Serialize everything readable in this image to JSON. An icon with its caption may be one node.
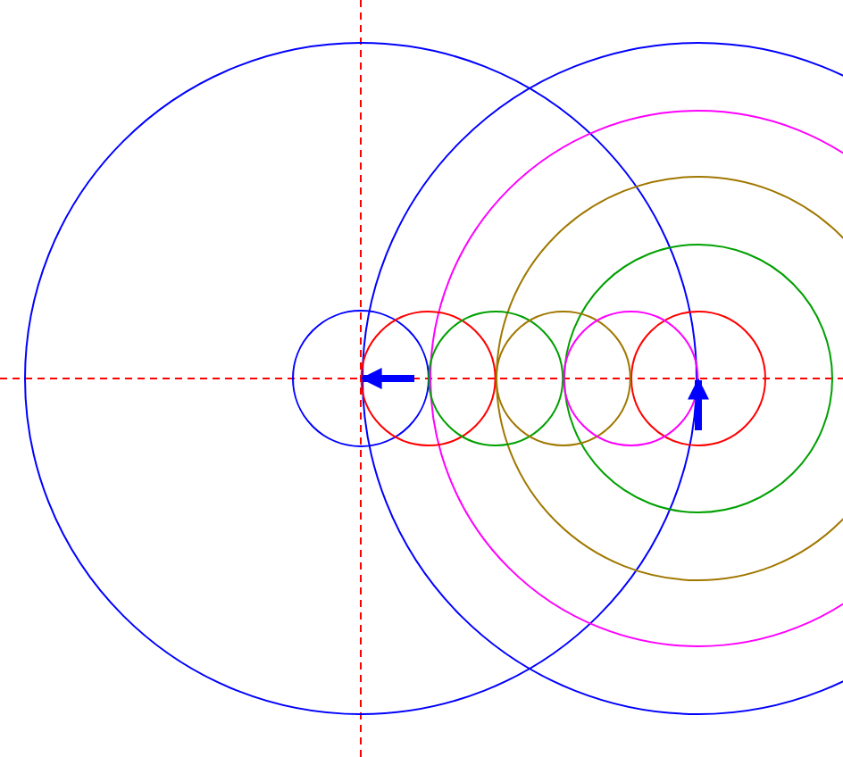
{
  "diagram": {
    "nodes": [
      {
        "text": [],
        "shape": "circle"
      },
      {
        "text": [],
        "shape": "circle",
        "in": 0
      },
      {
        "text": [],
        "shape": "circle"
      },
      {
        "text": [],
        "shape": "circle",
        "in": 2
      },
      {
        "text": [],
        "shape": "circle",
        "in": 3
      },
      {
        "text": [],
        "shape": "circle",
        "in": 4
      },
      {
        "text": [],
        "shape": "circle",
        "in": 5
      },
      {
        "text": [],
        "shape": "circle"
      },
      {
        "text": [],
        "shape": "circle"
      },
      {
        "text": [],
        "shape": "circle"
      },
      {
        "text": [],
        "shape": "circle"
      }
    ]
  }
}
